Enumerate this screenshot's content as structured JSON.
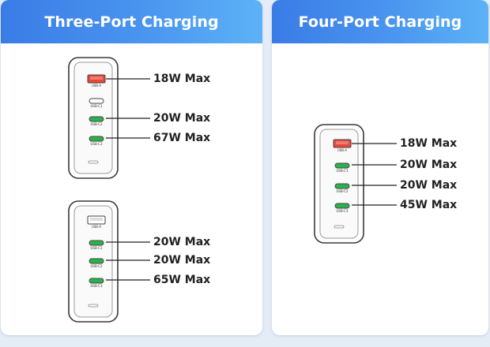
{
  "panels": [
    {
      "title": "Three-Port Charging",
      "chargers": [
        {
          "ports": [
            {
              "label": "USB-A",
              "type": "A",
              "highlight": true,
              "callout": "18W Max"
            },
            {
              "label": "USB-C1",
              "type": "C",
              "highlight": false,
              "callout": ""
            },
            {
              "label": "USB-C2",
              "type": "C",
              "highlight": true,
              "callout": "20W Max"
            },
            {
              "label": "USB-C3",
              "type": "C",
              "highlight": true,
              "callout": "67W Max"
            }
          ]
        },
        {
          "ports": [
            {
              "label": "USB-A",
              "type": "A",
              "highlight": false,
              "callout": ""
            },
            {
              "label": "USB-C1",
              "type": "C",
              "highlight": true,
              "callout": "20W Max"
            },
            {
              "label": "USB-C2",
              "type": "C",
              "highlight": true,
              "callout": "20W Max"
            },
            {
              "label": "USB-C3",
              "type": "C",
              "highlight": true,
              "callout": "65W Max"
            }
          ]
        }
      ]
    },
    {
      "title": "Four-Port Charging",
      "chargers": [
        {
          "ports": [
            {
              "label": "USB-A",
              "type": "A",
              "highlight": true,
              "callout": "18W Max"
            },
            {
              "label": "USB-C1",
              "type": "C",
              "highlight": true,
              "callout": "20W Max"
            },
            {
              "label": "USB-C2",
              "type": "C",
              "highlight": true,
              "callout": "20W Max"
            },
            {
              "label": "USB-C3",
              "type": "C",
              "highlight": true,
              "callout": "45W Max"
            }
          ]
        }
      ]
    }
  ],
  "colors": {
    "banner_start": "#3a7ce6",
    "banner_end": "#5cb2f6",
    "usb_a_active": "#e8473a",
    "usb_c_active": "#2bb24c"
  }
}
